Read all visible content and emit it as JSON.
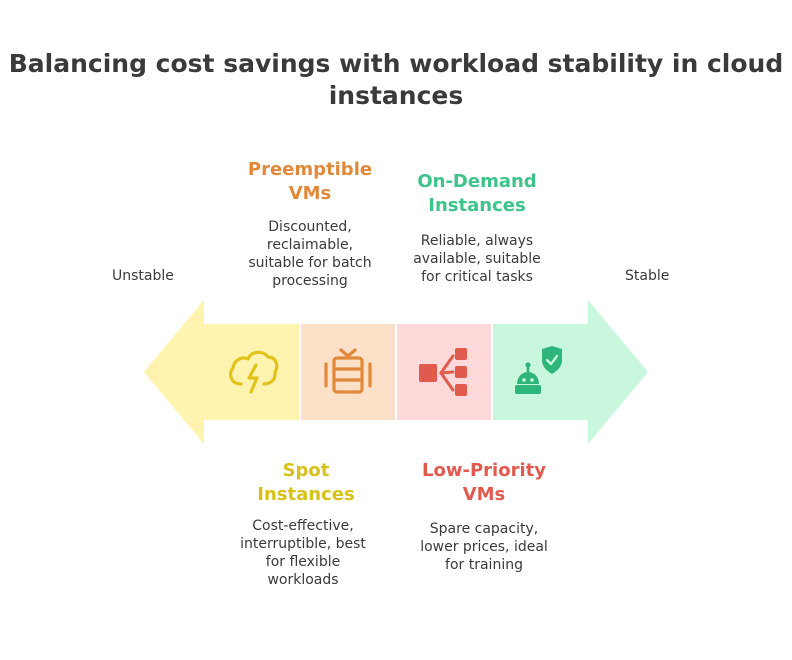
{
  "title": {
    "line1": "Balancing cost savings with workload stability in cloud",
    "line2": "instances"
  },
  "scale": {
    "left_label": "Unstable",
    "right_label": "Stable"
  },
  "colors": {
    "spot": "#d8c21a",
    "preemptible": "#e0893a",
    "low_priority": "#e05a4e",
    "on_demand": "#3cc48a",
    "spot_fill": "#fff3b0",
    "preemptible_fill": "#fde0c8",
    "low_priority_fill": "#ffd9da",
    "on_demand_fill": "#c9f7de"
  },
  "options": [
    {
      "key": "preemptible",
      "heading_lines": [
        "Preemptible",
        "VMs"
      ],
      "desc_lines": [
        "Discounted,",
        "reclaimable,",
        "suitable for batch",
        "processing"
      ],
      "icon": "server-rack-icon"
    },
    {
      "key": "on_demand",
      "heading_lines": [
        "On-Demand",
        "Instances"
      ],
      "desc_lines": [
        "Reliable, always",
        "available, suitable",
        "for critical tasks"
      ],
      "icon": "robot-shield-icon"
    },
    {
      "key": "spot",
      "heading_lines": [
        "Spot",
        "Instances"
      ],
      "desc_lines": [
        "Cost-effective,",
        "interruptible, best",
        "for flexible",
        "workloads"
      ],
      "icon": "cloud-lightning-icon"
    },
    {
      "key": "low_priority",
      "heading_lines": [
        "Low-Priority",
        "VMs"
      ],
      "desc_lines": [
        "Spare capacity,",
        "lower prices, ideal",
        "for training"
      ],
      "icon": "distribution-icon"
    }
  ]
}
